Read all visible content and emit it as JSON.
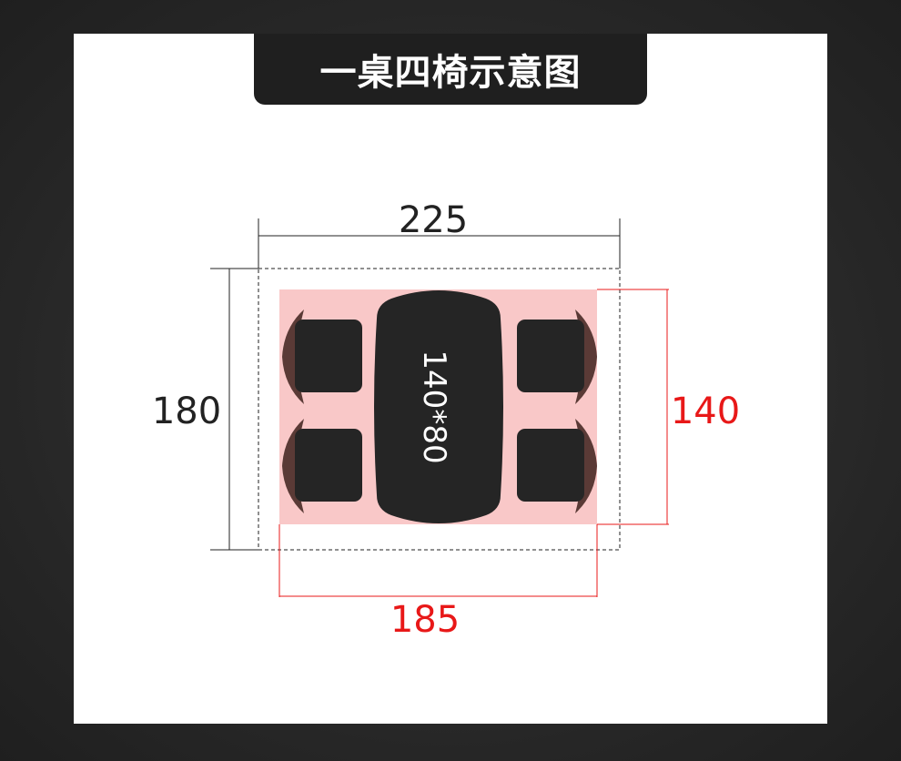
{
  "title": "一桌四椅示意图",
  "dimensions": {
    "overall_width": "225",
    "overall_depth": "180",
    "seating_area_width": "185",
    "seating_area_depth": "140",
    "table_size": "140*80"
  },
  "colors": {
    "seating_area": "#f9c8c8",
    "table": "#252525",
    "chair_seat": "#252525",
    "chair_back": "#5a3a36",
    "red_dimension": "#e81818",
    "black_dimension": "#222222"
  }
}
